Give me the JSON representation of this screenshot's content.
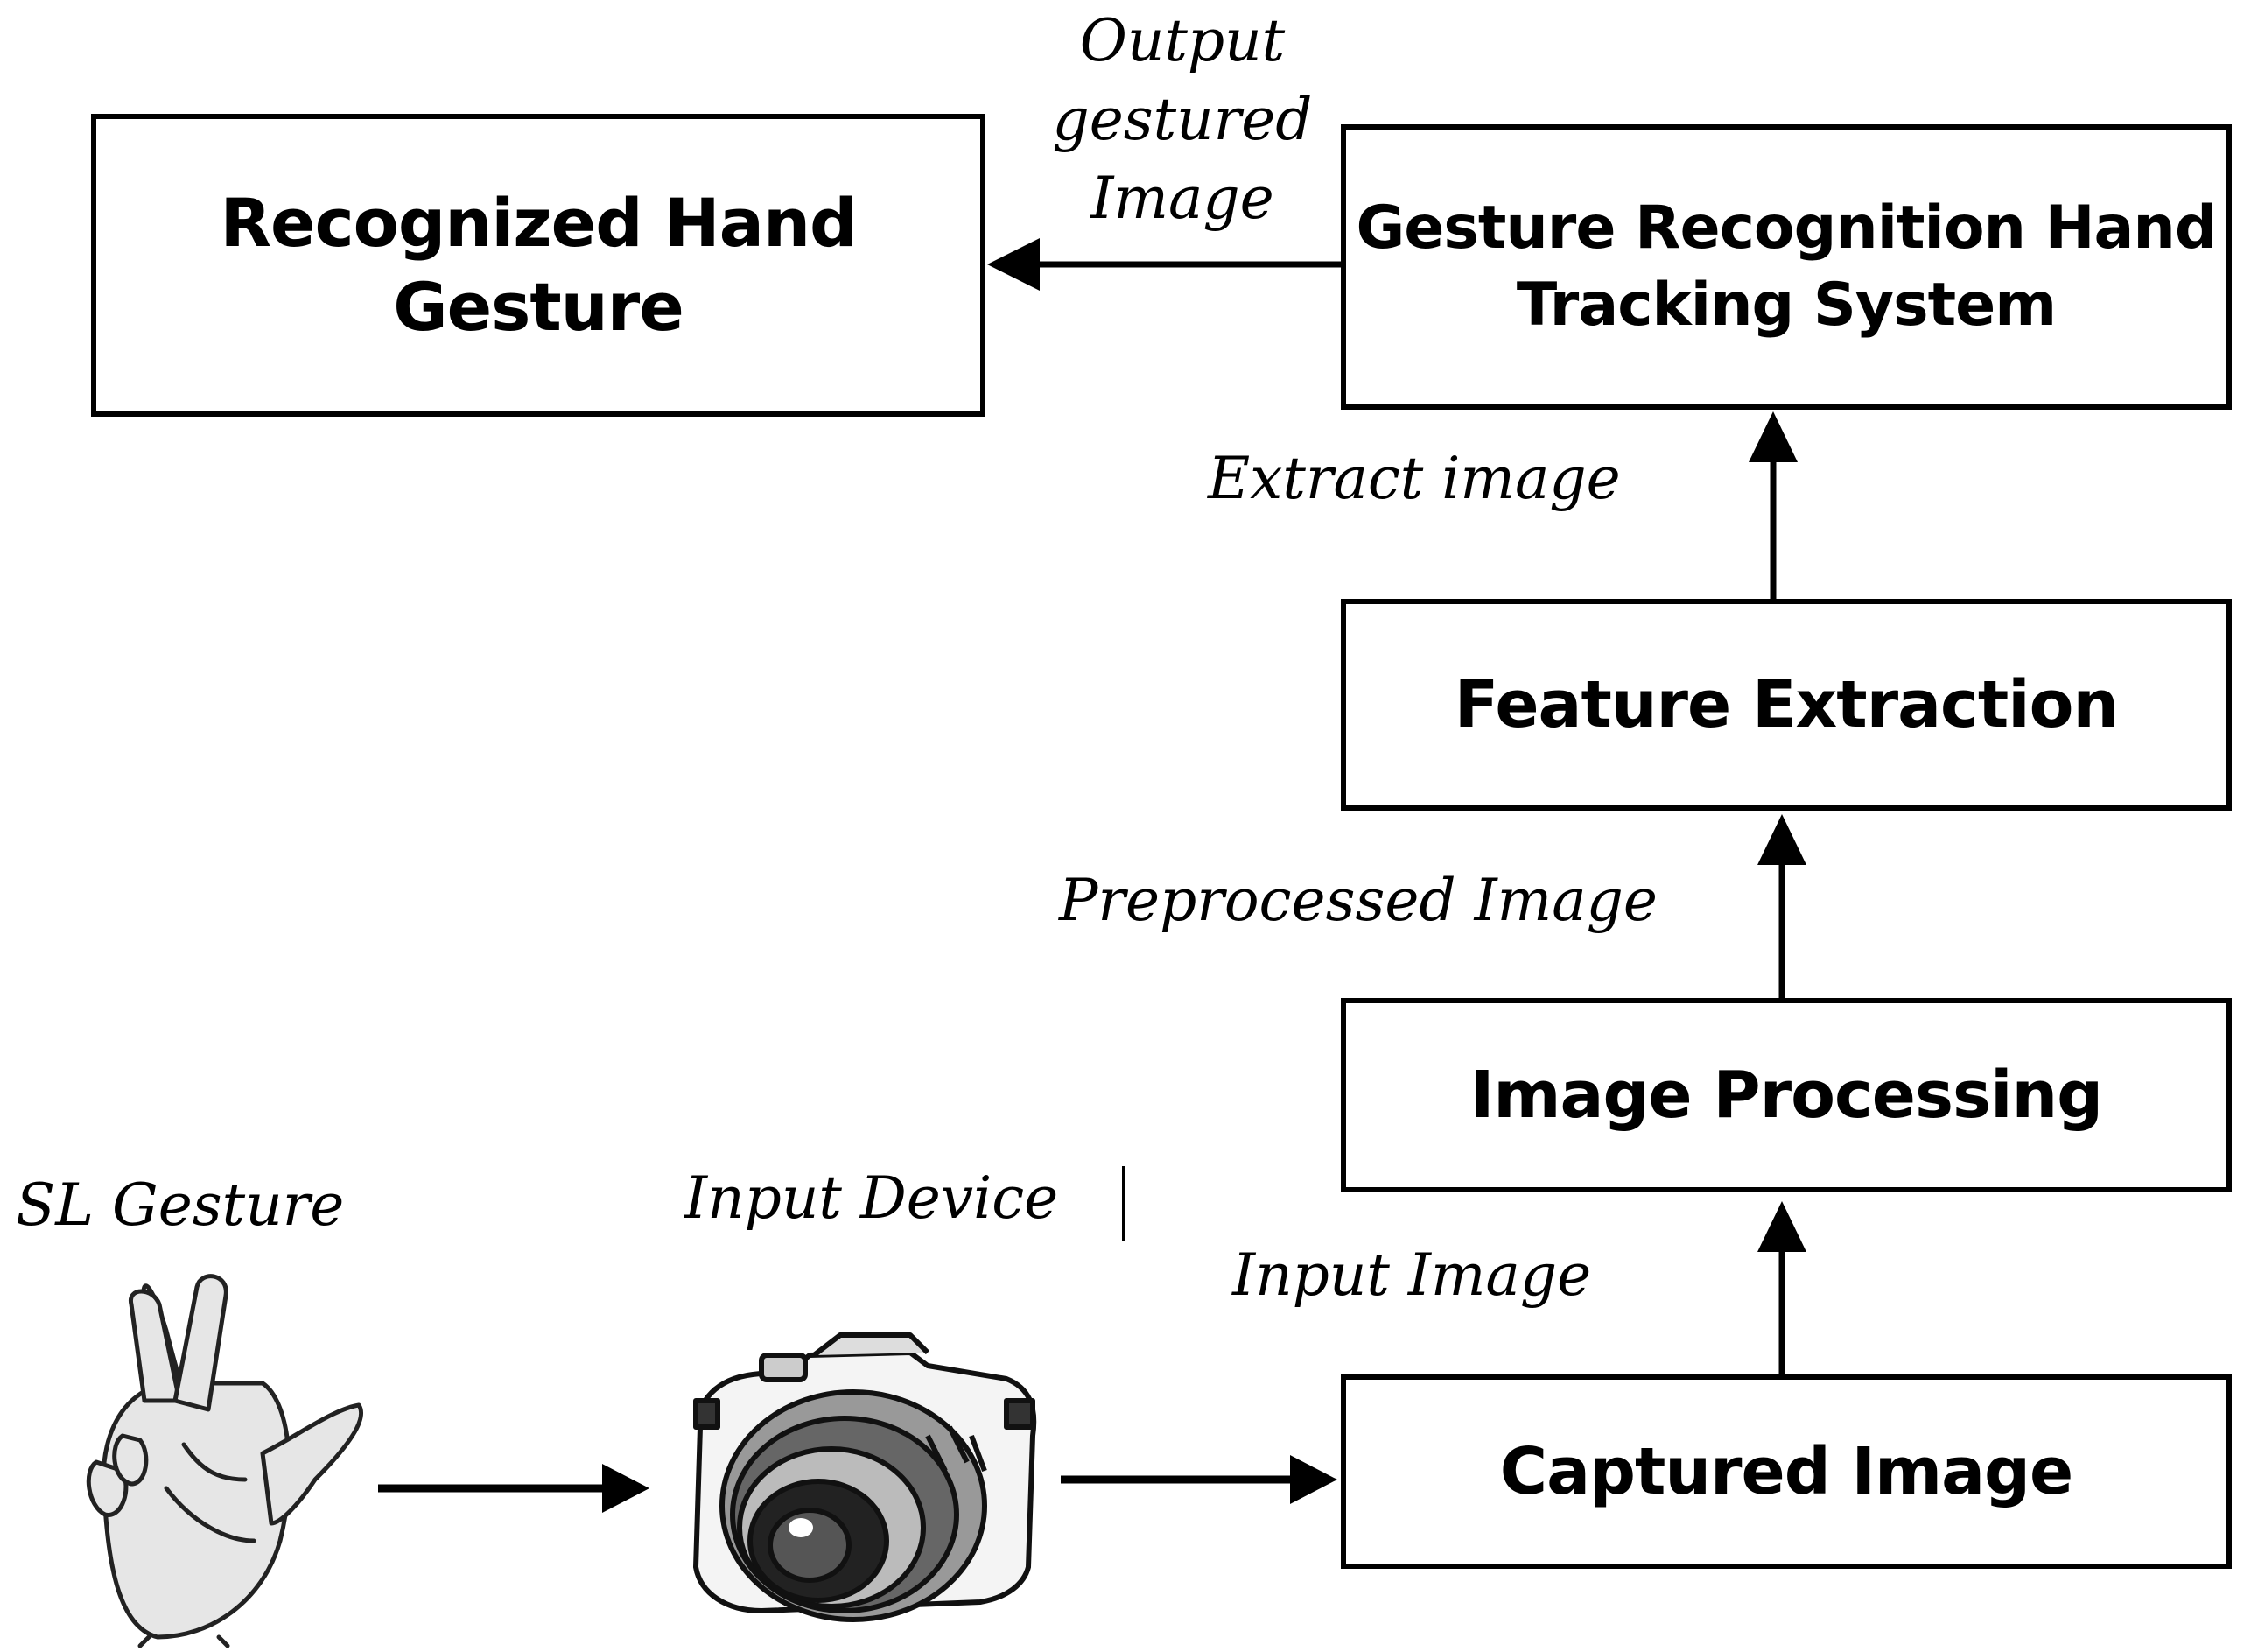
{
  "boxes": {
    "recognized_gesture": {
      "line1": "Recognized Hand",
      "line2": "Gesture"
    },
    "gesture_recognition_system": {
      "line1": "Gesture Recognition Hand",
      "line2": "Tracking System"
    },
    "feature_extraction": "Feature Extraction",
    "image_processing": "Image Processing",
    "captured_image": "Captured Image"
  },
  "labels": {
    "output": {
      "line1": "Output",
      "line2": "gestured",
      "line3": "Image"
    },
    "extract_image": "Extract image",
    "preprocessed_image": "Preprocessed Image",
    "input_image": "Input Image",
    "sl_gesture": "SL Gesture",
    "input_device": "Input Device"
  },
  "icons": {
    "hand": "hand-gesture-icon",
    "camera": "camera-icon"
  }
}
